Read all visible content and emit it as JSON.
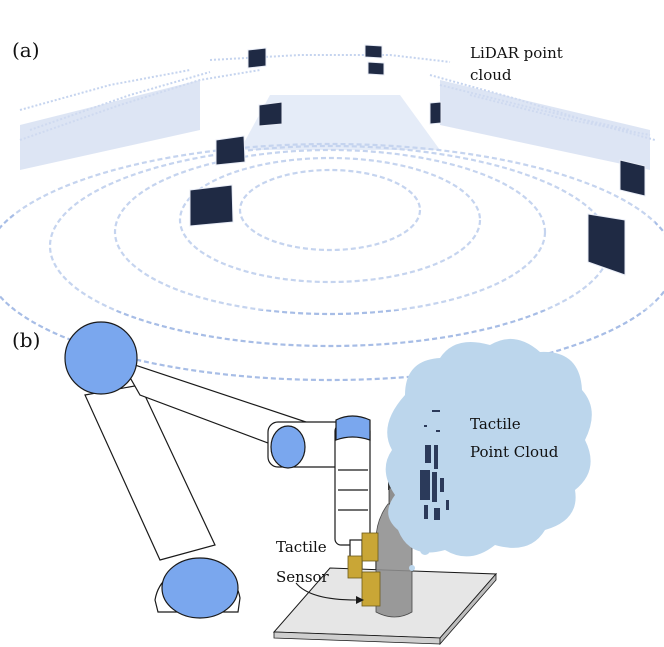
{
  "panels": {
    "a": {
      "label": "(a)",
      "caption_line1": "LiDAR point",
      "caption_line2": "cloud"
    },
    "b": {
      "label": "(b)",
      "cloud_caption_line1": "Tactile",
      "cloud_caption_line2": "Point Cloud",
      "sensor_caption_line1": "Tactile",
      "sensor_caption_line2": "Sensor"
    }
  },
  "colors": {
    "point_cloud": "#a7bde6",
    "joint_blue": "#7aa7ee",
    "cloud_fill": "#bcd6ec",
    "sensor_gold": "#c9a636",
    "bottle_gray": "#8f8f8f",
    "table_gray": "#e6e6e6",
    "ink": "#1a1a1a"
  }
}
